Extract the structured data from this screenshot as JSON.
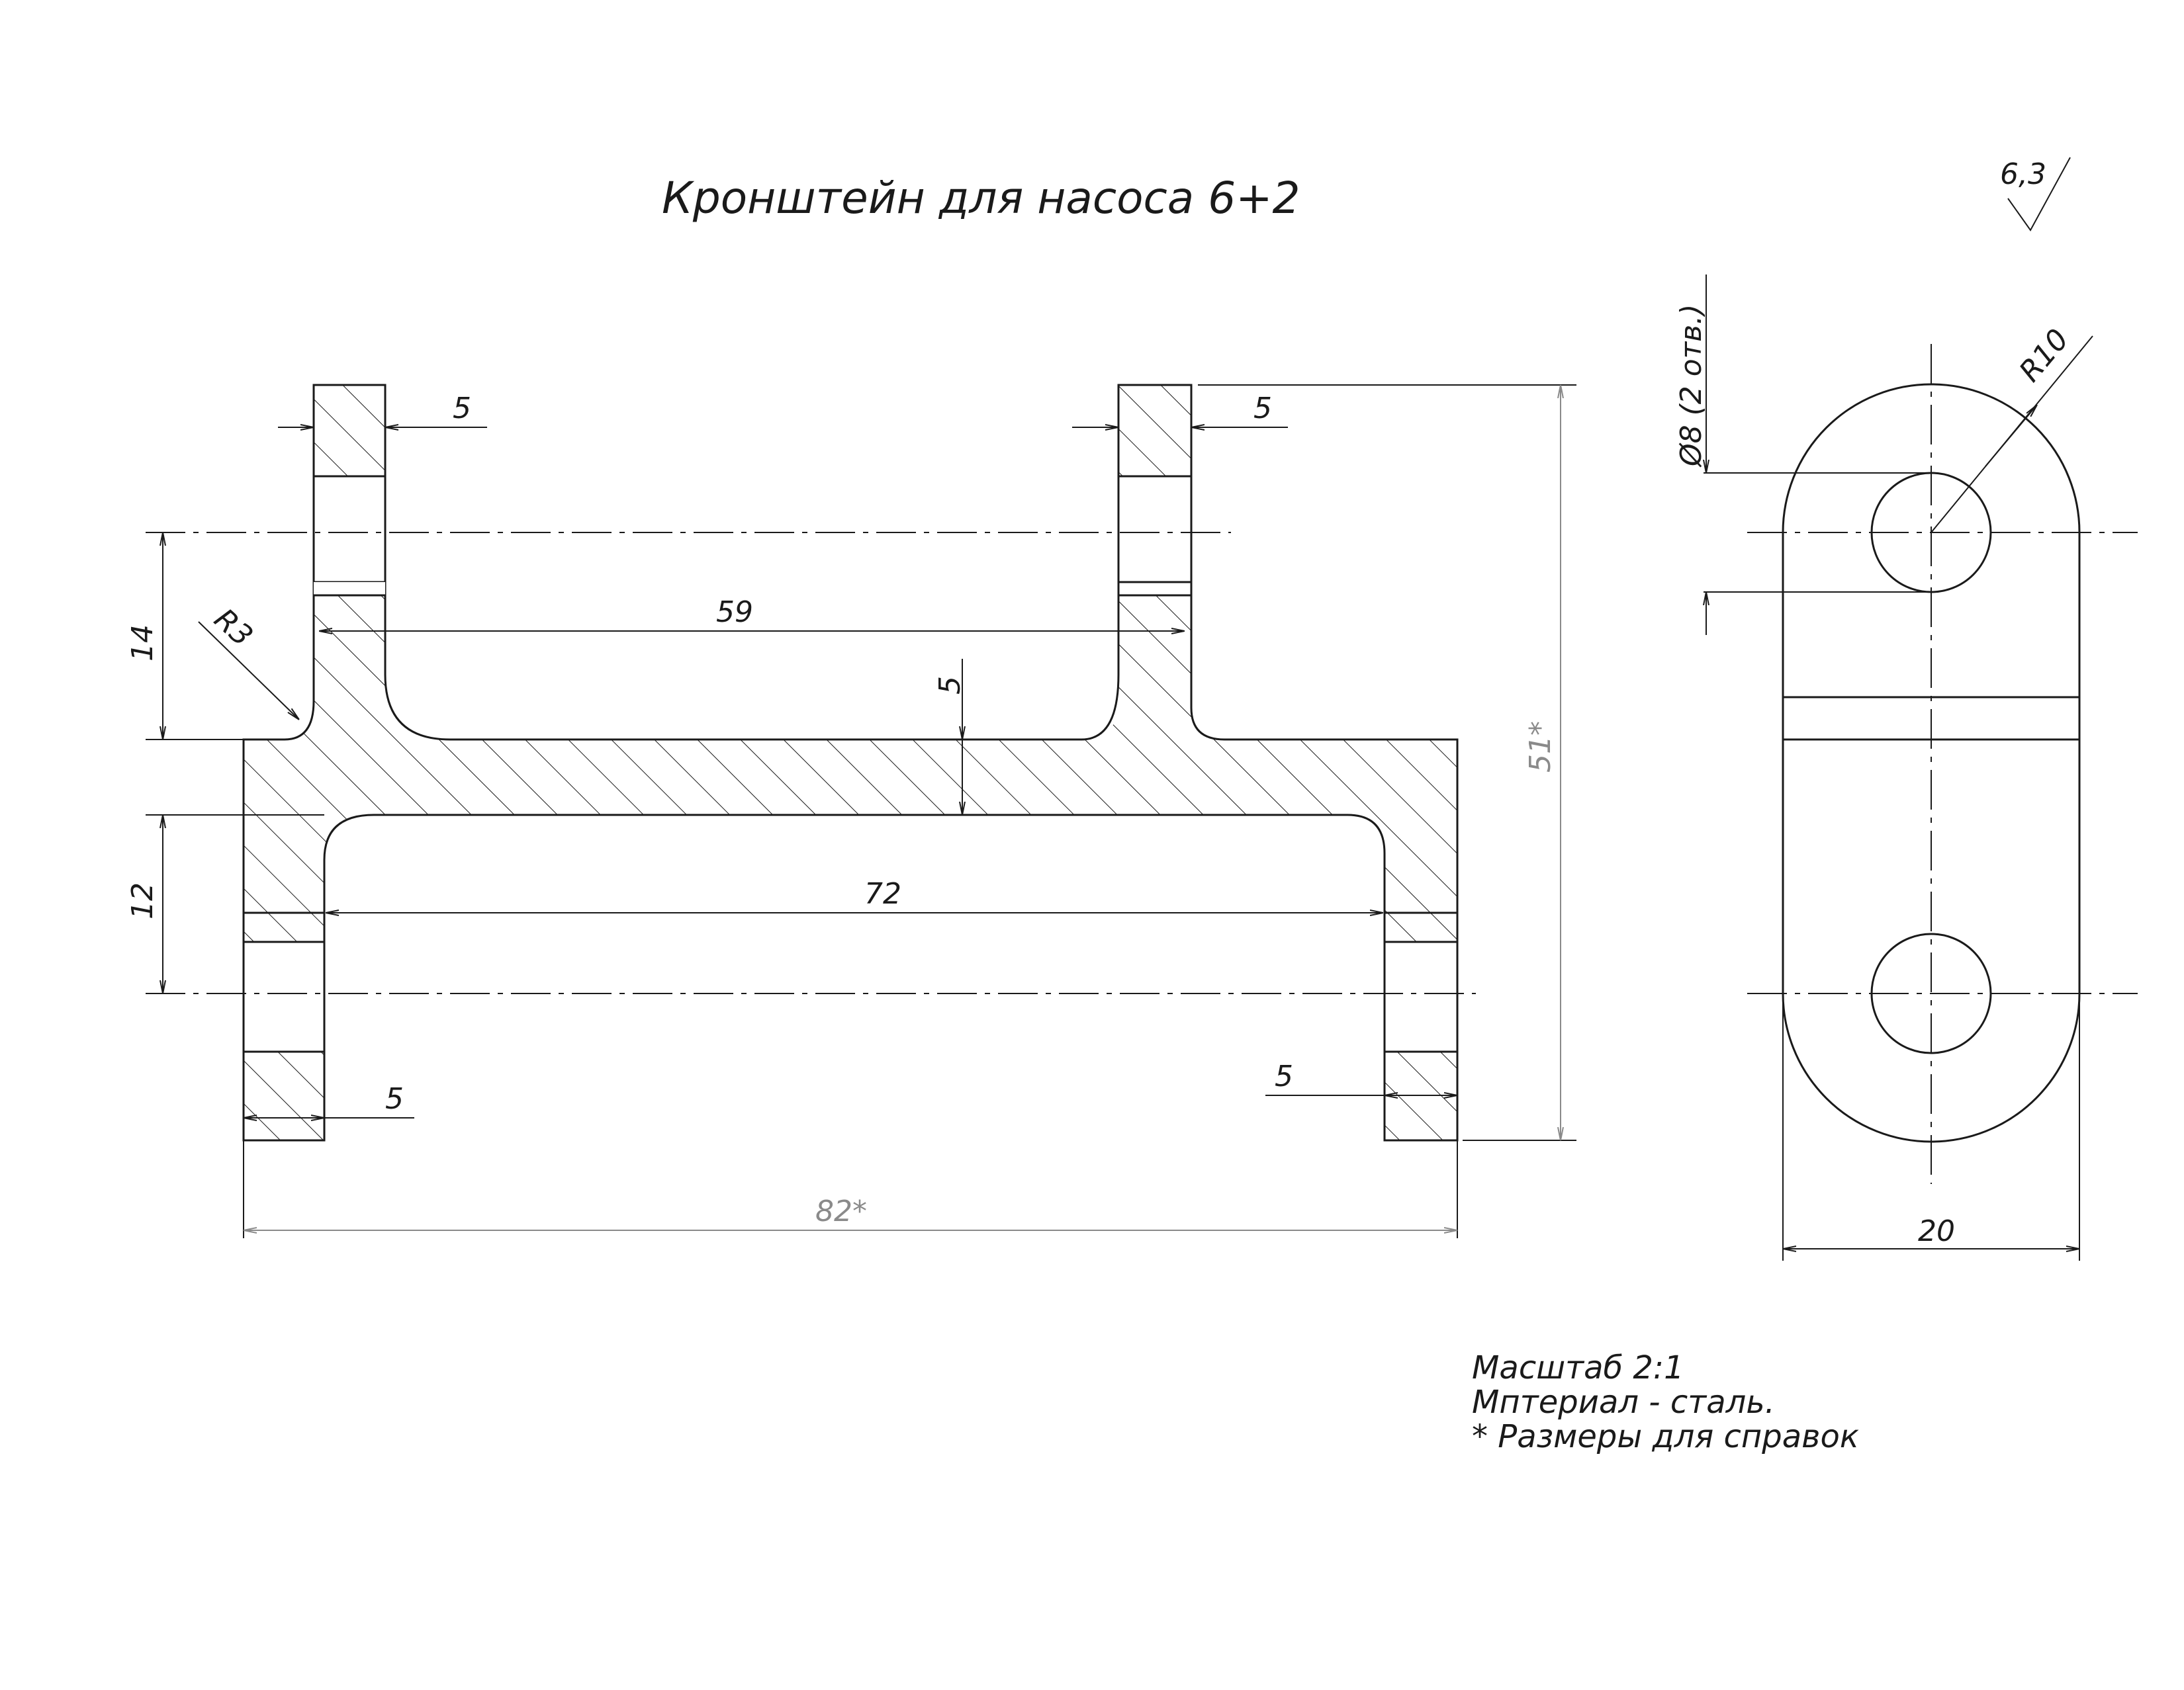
{
  "title": "Кронштейн для насоса 6+2",
  "roughness": "6,3",
  "dimensions": {
    "flange_top_left": "5",
    "flange_top_right": "5",
    "radius_fillet": "R3",
    "height_upper": "14",
    "inner_top_width": "59",
    "web_thickness": "5",
    "height_lower": "12",
    "inner_bottom_width": "72",
    "flange_bottom_left": "5",
    "flange_bottom_right": "5",
    "overall_height": "51*",
    "overall_width": "82*",
    "hole_diameter": "Ø8 (2 отв.)",
    "end_radius": "R10",
    "side_width": "20"
  },
  "notes": [
    "Масштаб 2:1",
    "Мптериал - сталь.",
    "* Размеры для справок"
  ]
}
